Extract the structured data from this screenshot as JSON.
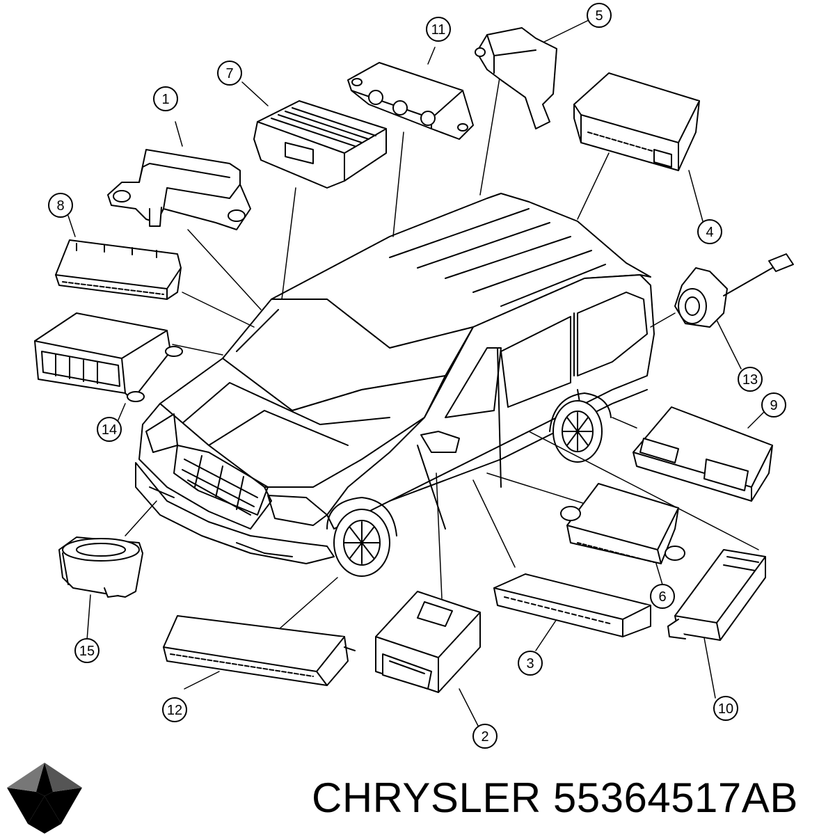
{
  "callouts": [
    "1",
    "2",
    "3",
    "4",
    "5",
    "6",
    "7",
    "8",
    "9",
    "10",
    "11",
    "12",
    "13",
    "14",
    "15"
  ],
  "brand": {
    "manufacturer": "CHRYSLER",
    "part_number": "55364517AB",
    "logo": "pentastar-logo"
  },
  "colors": {
    "line": "#000000",
    "background": "#ffffff"
  }
}
